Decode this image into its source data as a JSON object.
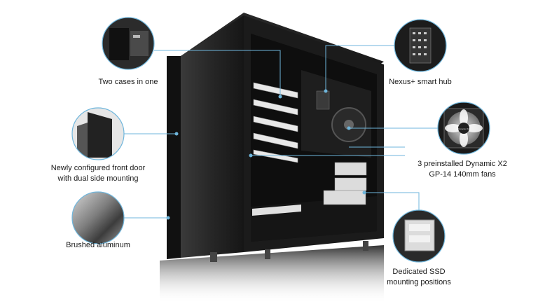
{
  "callouts": {
    "two_cases": {
      "line1": "Two cases in one"
    },
    "front_door": {
      "line1": "Newly configured front door",
      "line2": "with dual side mounting"
    },
    "brushed": {
      "line1": "Brushed aluminum"
    },
    "nexus": {
      "line1": "Nexus+ smart hub"
    },
    "fans": {
      "line1": "3 preinstalled Dynamic X2",
      "line2": "GP-14 140mm fans"
    },
    "ssd": {
      "line1": "Dedicated SSD",
      "line2": "mounting positions"
    }
  },
  "fan_label": "Dynamic X2",
  "colors": {
    "leader_line": "#6fb6dc",
    "case_body": "#202020",
    "background": "#ffffff"
  }
}
